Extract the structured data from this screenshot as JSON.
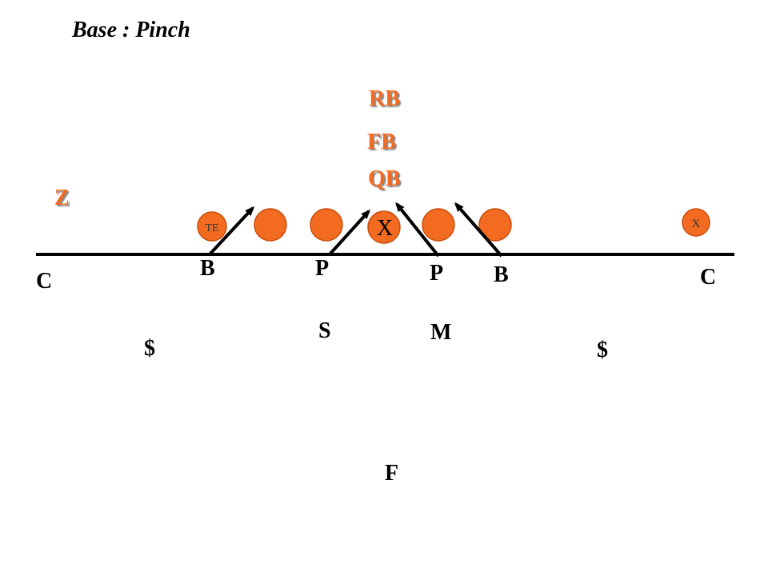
{
  "title": "Base : Pinch",
  "colors": {
    "offense": "#f26b21",
    "offense_outline": "#c94d0c",
    "defense": "#000000",
    "line": "#000000"
  },
  "offense": {
    "rb": "RB",
    "fb": "FB",
    "qb": "QB",
    "z": "Z",
    "te": "TE",
    "center": "X",
    "x_receiver": "X"
  },
  "defense": {
    "left_corner": "C",
    "right_corner": "C",
    "left_end": "B",
    "left_tackle": "P",
    "right_tackle": "P",
    "right_end": "B",
    "sam": "S",
    "mike": "M",
    "left_safety": "$",
    "right_safety": "$",
    "free_safety": "F"
  }
}
